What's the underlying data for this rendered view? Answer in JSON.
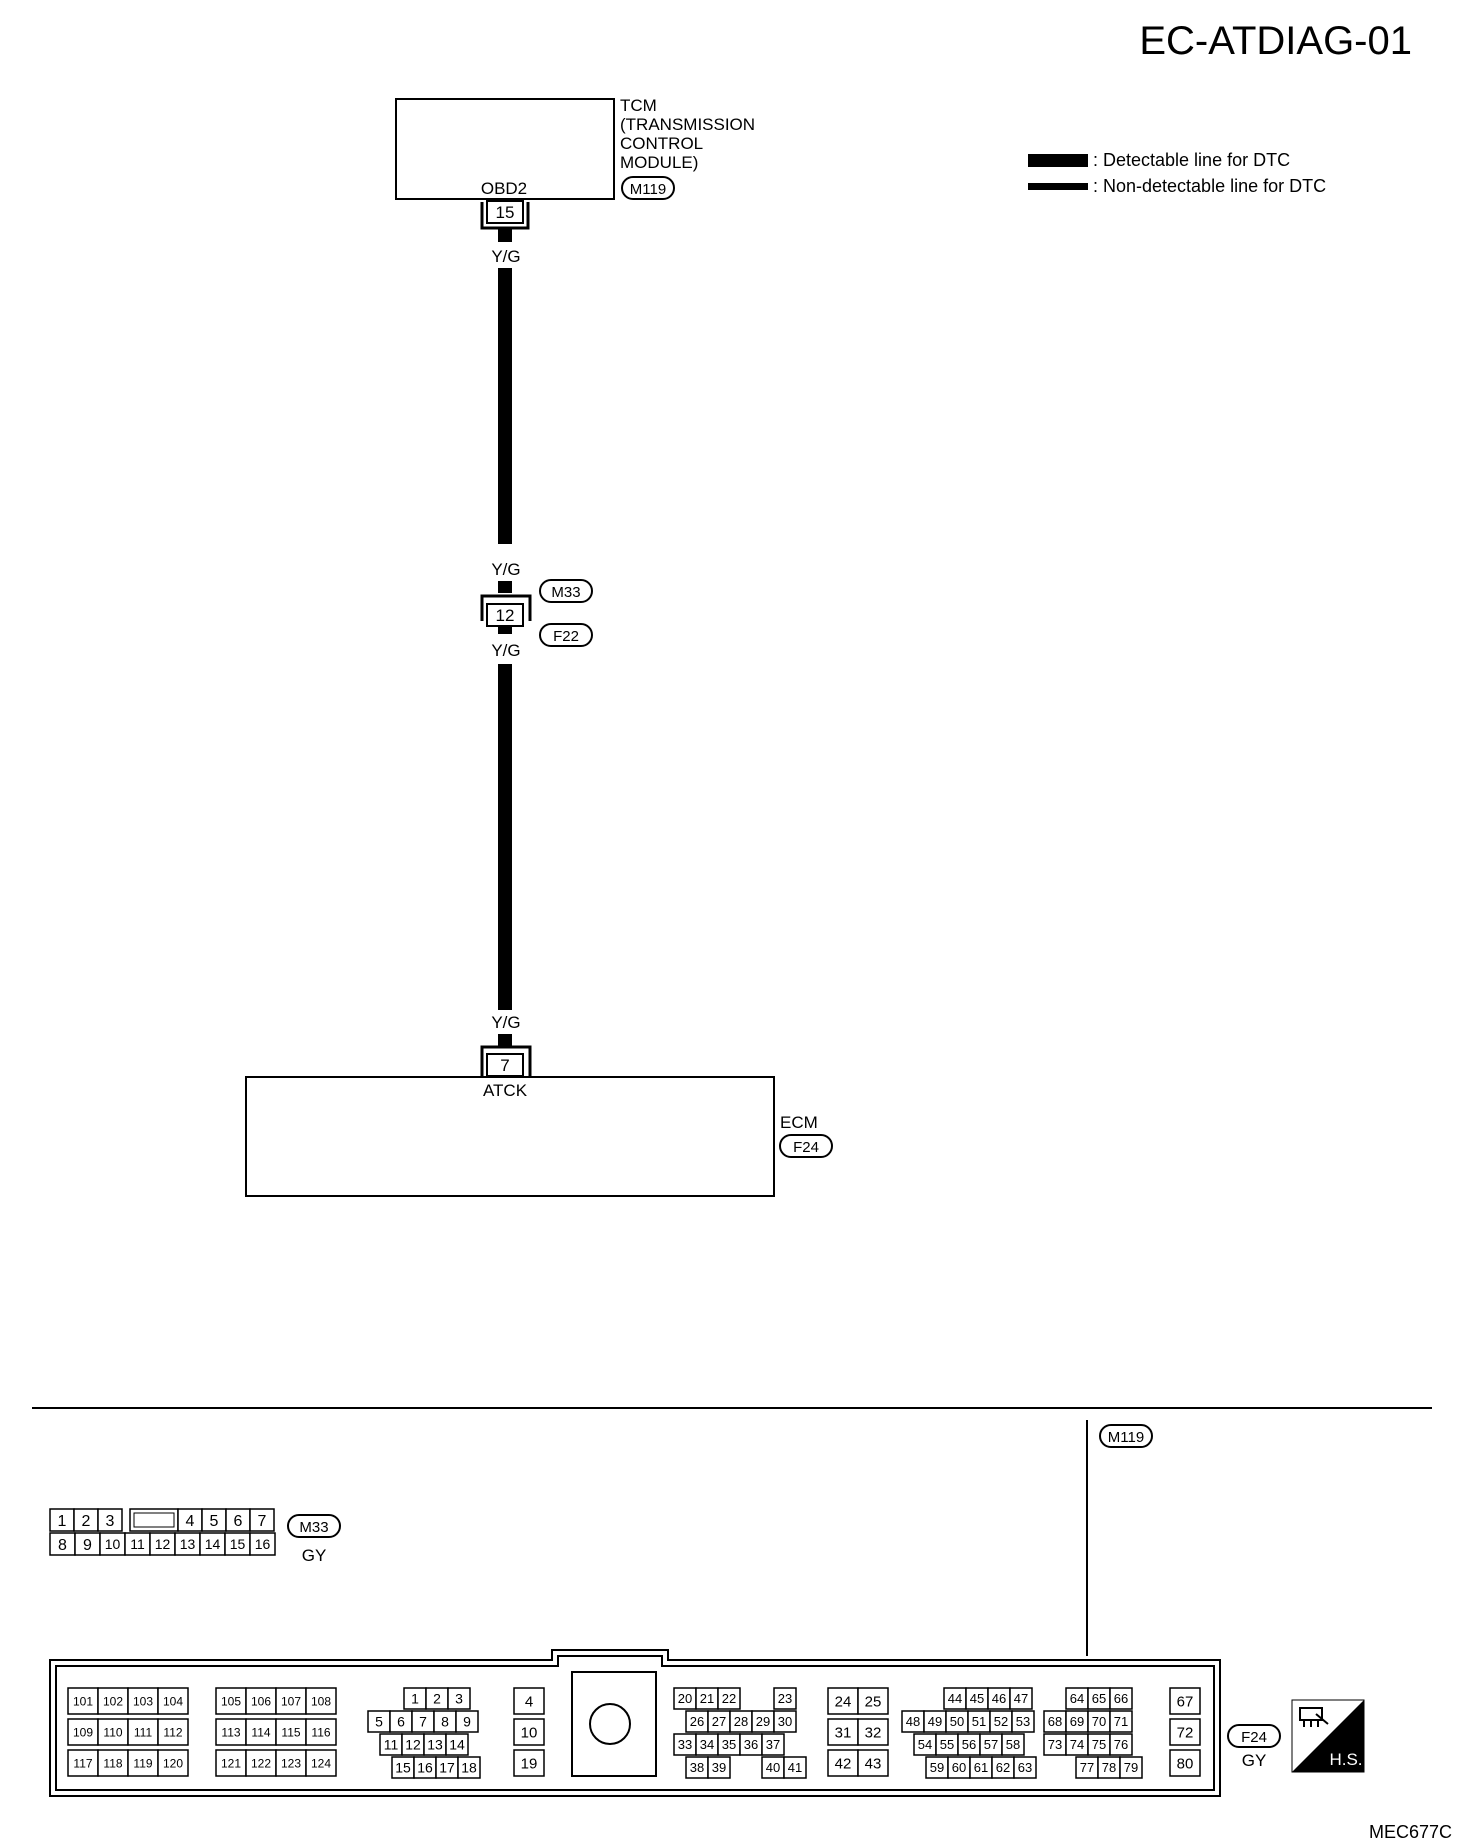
{
  "page_title": "EC-ATDIAG-01",
  "figure_id": "MEC677C",
  "legend": {
    "detectable": ": Detectable line for DTC",
    "non_detectable": ": Non-detectable line for DTC"
  },
  "tcm": {
    "label_lines": [
      "TCM",
      "(TRANSMISSION",
      "CONTROL",
      "MODULE)"
    ],
    "connector": "M119",
    "terminal_name": "OBD2",
    "terminal": "15"
  },
  "wire_color": "Y/G",
  "joint": {
    "terminal": "12",
    "connector_top": "M33",
    "connector_bottom": "F22"
  },
  "ecm": {
    "label": "ECM",
    "connector": "F24",
    "terminal": "7",
    "terminal_name": "ATCK"
  },
  "m33_face": {
    "connector": "M33",
    "color": "GY",
    "row1": [
      "1",
      "2",
      "3",
      "",
      "4",
      "5",
      "6",
      "7"
    ],
    "row2": [
      "8",
      "9",
      "10",
      "11",
      "12",
      "13",
      "14",
      "15",
      "16"
    ]
  },
  "m119_tag": "M119",
  "f24_face": {
    "connector": "F24",
    "color": "GY",
    "hs_label": "H.S.",
    "block_a": [
      [
        "101",
        "102",
        "103",
        "104"
      ],
      [
        "109",
        "110",
        "111",
        "112"
      ],
      [
        "117",
        "118",
        "119",
        "120"
      ]
    ],
    "block_b": [
      [
        "105",
        "106",
        "107",
        "108"
      ],
      [
        "113",
        "114",
        "115",
        "116"
      ],
      [
        "121",
        "122",
        "123",
        "124"
      ]
    ],
    "block_c": [
      [
        "1",
        "2",
        "3"
      ],
      [
        "5",
        "6",
        "7",
        "8",
        "9"
      ],
      [
        "11",
        "12",
        "13",
        "14"
      ],
      [
        "15",
        "16",
        "17",
        "18"
      ]
    ],
    "block_d": [
      "4",
      "10",
      "19"
    ],
    "block_e": [
      [
        "20",
        "21",
        "22",
        "23"
      ],
      [
        "26",
        "27",
        "28",
        "29",
        "30"
      ],
      [
        "33",
        "34",
        "35",
        "36",
        "37"
      ],
      [
        "38",
        "39",
        "40",
        "41"
      ]
    ],
    "block_f": [
      [
        "24",
        "25"
      ],
      [
        "31",
        "32"
      ],
      [
        "42",
        "43"
      ]
    ],
    "block_g": [
      [
        "44",
        "45",
        "46",
        "47",
        "64",
        "65",
        "66"
      ],
      [
        "48",
        "49",
        "50",
        "51",
        "52",
        "53",
        "68",
        "69",
        "70",
        "71"
      ],
      [
        "54",
        "55",
        "56",
        "57",
        "58",
        "73",
        "74",
        "75",
        "76"
      ],
      [
        "59",
        "60",
        "61",
        "62",
        "63",
        "77",
        "78",
        "79"
      ]
    ],
    "block_h": [
      "67",
      "72",
      "80"
    ]
  }
}
